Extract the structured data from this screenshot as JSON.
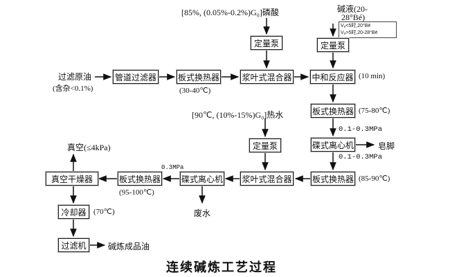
{
  "title": "连续碱炼工艺过程",
  "inputs": {
    "acid": "[85%, (0.05%-0.2%)G₀]磷酸",
    "alkali_line1": "碱液(20-",
    "alkali_line2": "28°Bé)",
    "alkali_note_line1": "Vₐ<5时,20°Bé",
    "alkali_note_line2": "Vₐ>5时,20-28°Bé",
    "crude_oil": "过滤原油",
    "crude_oil_note": "(含杂<0.1%)",
    "hot_water": "[90℃, (10%-15%)G₀]热水"
  },
  "equipment": {
    "pump_acid": "定量泵",
    "pump_alkali": "定量泵",
    "pump_water": "定量泵",
    "pipe_filter": "管道过滤器",
    "heat_exchanger_1": "板式换热器",
    "mixer_1": "浆叶式混合器",
    "neutralizer": "中和反应器",
    "heat_exchanger_2": "板式换热器",
    "centrifuge_1": "碟式离心机",
    "mixer_2": "浆叶式混合器",
    "heat_exchanger_3": "板式换热器",
    "centrifuge_2": "碟式离心机",
    "heat_exchanger_4": "板式换热器",
    "vacuum_dryer": "真空干燥器",
    "cooler": "冷却器",
    "filter": "过滤机"
  },
  "conditions": {
    "hx1_temp": "(30-40℃)",
    "reactor_time": "(10 min)",
    "hx2_temp": "(75-80℃)",
    "pressure_1": "0.1-0.3MPa",
    "pressure_2": "0.1-0.3MPa",
    "hx3_temp": "(85-90℃)",
    "hx4_temp": "(95-100℃)",
    "pressure_3": "0.3MPa",
    "vacuum": "真空(≤4kPa)",
    "cooler_temp": "(70℃)"
  },
  "outputs": {
    "soapstock": "皂脚",
    "wastewater": "废水",
    "refined_oil": "碱炼成品油"
  }
}
